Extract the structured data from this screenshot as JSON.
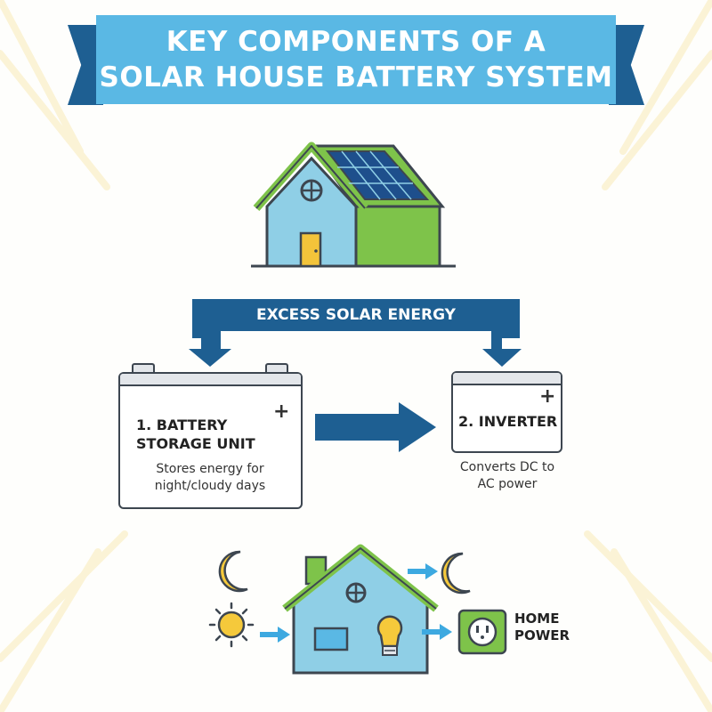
{
  "banner": {
    "title_line1": "KEY COMPONENTS OF A",
    "title_line2": "SOLAR HOUSE BATTERY SYSTEM"
  },
  "flow": {
    "label": "EXCESS SOLAR ENERGY"
  },
  "battery": {
    "title_line1": "1. BATTERY",
    "title_line2": "STORAGE UNIT",
    "desc_line1": "Stores energy for",
    "desc_line2": "night/cloudy days"
  },
  "inverter": {
    "title": "2. INVERTER",
    "desc_line1": "Converts DC to",
    "desc_line2": "AC power"
  },
  "home": {
    "label_line1": "HOME",
    "label_line2": "POWER"
  },
  "colors": {
    "banner": "#5ab8e4",
    "ribbon": "#1e5f92",
    "flow_arrow": "#1e5f92",
    "house_wall": "#8fcfe6",
    "roof_green": "#7ec34a",
    "solar_panel": "#1e4f8c",
    "door": "#f3c43a",
    "sun_moon": "#f5c93b",
    "small_arrow": "#3da9e0"
  },
  "icons": [
    "sun-icon",
    "moon-icon",
    "light-bulb-icon",
    "power-outlet-icon",
    "solar-panel-icon",
    "plus-icon"
  ]
}
